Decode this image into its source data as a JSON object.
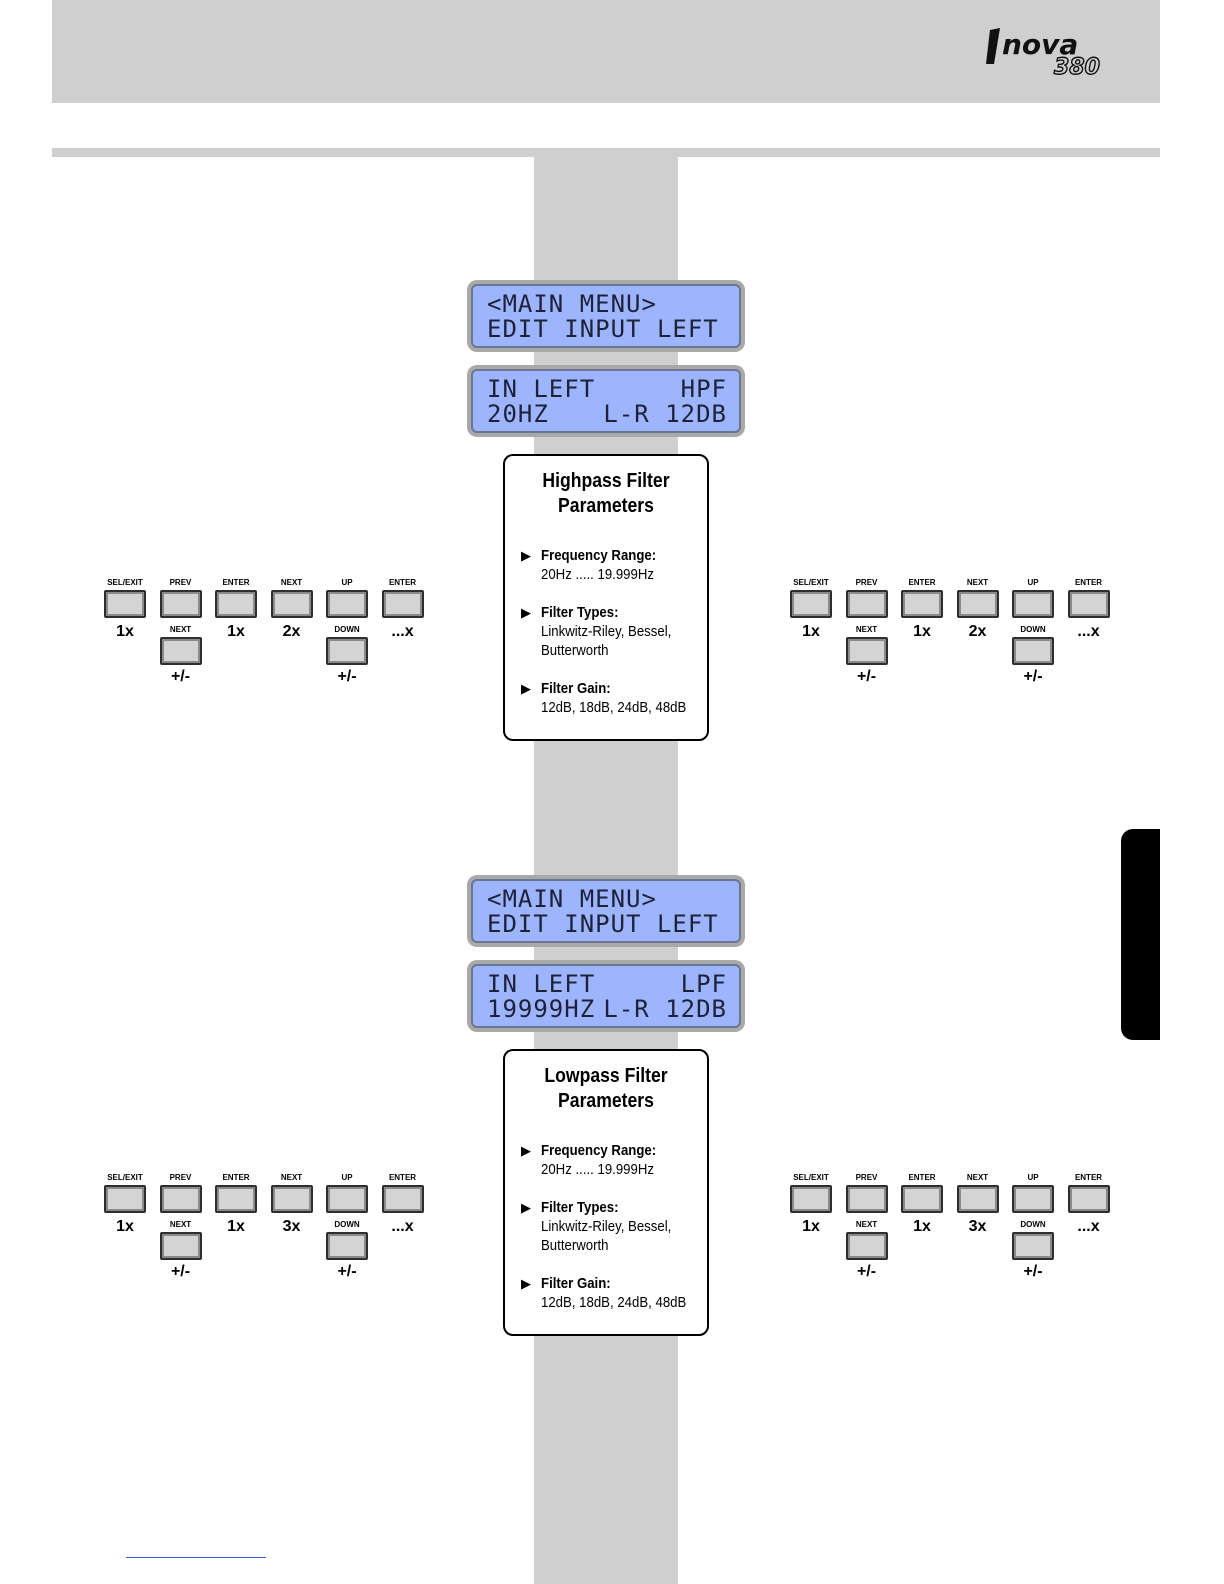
{
  "header": {
    "logo_text": "nova",
    "logo_model": "380"
  },
  "sections": [
    {
      "id": "hpf",
      "lcd_main": {
        "line1": "<MAIN MENU>",
        "line2": "EDIT INPUT LEFT"
      },
      "lcd_param": {
        "line1_left": "IN LEFT",
        "line1_right": "HPF",
        "line2_left": "20HZ",
        "line2_right": "L-R 12DB"
      },
      "info": {
        "title_line1": "Highpass Filter",
        "title_line2": "Parameters",
        "items": [
          {
            "heading": "Frequency Range:",
            "lines": [
              "20Hz ..... 19.999Hz"
            ]
          },
          {
            "heading": "Filter Types:",
            "lines": [
              "Linkwitz-Riley, Bessel,",
              "Butterworth"
            ]
          },
          {
            "heading": "Filter Gain:",
            "lines": [
              "12dB, 18dB, 24dB, 48dB"
            ]
          }
        ]
      },
      "pad": {
        "top_buttons": [
          "SEL/EXIT",
          "PREV",
          "ENTER",
          "NEXT",
          "UP",
          "ENTER"
        ],
        "presses": [
          "1x",
          "",
          "1x",
          "2x",
          "",
          "...x"
        ],
        "alt_labels": [
          "NEXT",
          "DOWN"
        ],
        "alt_presses": [
          "+/-",
          "+/-"
        ]
      }
    },
    {
      "id": "lpf",
      "lcd_main": {
        "line1": "<MAIN MENU>",
        "line2": "EDIT INPUT LEFT"
      },
      "lcd_param": {
        "line1_left": "IN LEFT",
        "line1_right": "LPF",
        "line2_left": "19999HZ",
        "line2_right": "L-R 12DB"
      },
      "info": {
        "title_line1": "Lowpass Filter",
        "title_line2": "Parameters",
        "items": [
          {
            "heading": "Frequency Range:",
            "lines": [
              "20Hz ..... 19.999Hz"
            ]
          },
          {
            "heading": "Filter Types:",
            "lines": [
              "Linkwitz-Riley, Bessel,",
              "Butterworth"
            ]
          },
          {
            "heading": "Filter Gain:",
            "lines": [
              "12dB, 18dB, 24dB, 48dB"
            ]
          }
        ]
      },
      "pad": {
        "top_buttons": [
          "SEL/EXIT",
          "PREV",
          "ENTER",
          "NEXT",
          "UP",
          "ENTER"
        ],
        "presses": [
          "1x",
          "",
          "1x",
          "3x",
          "",
          "...x"
        ],
        "alt_labels": [
          "NEXT",
          "DOWN"
        ],
        "alt_presses": [
          "+/-",
          "+/-"
        ]
      }
    }
  ]
}
